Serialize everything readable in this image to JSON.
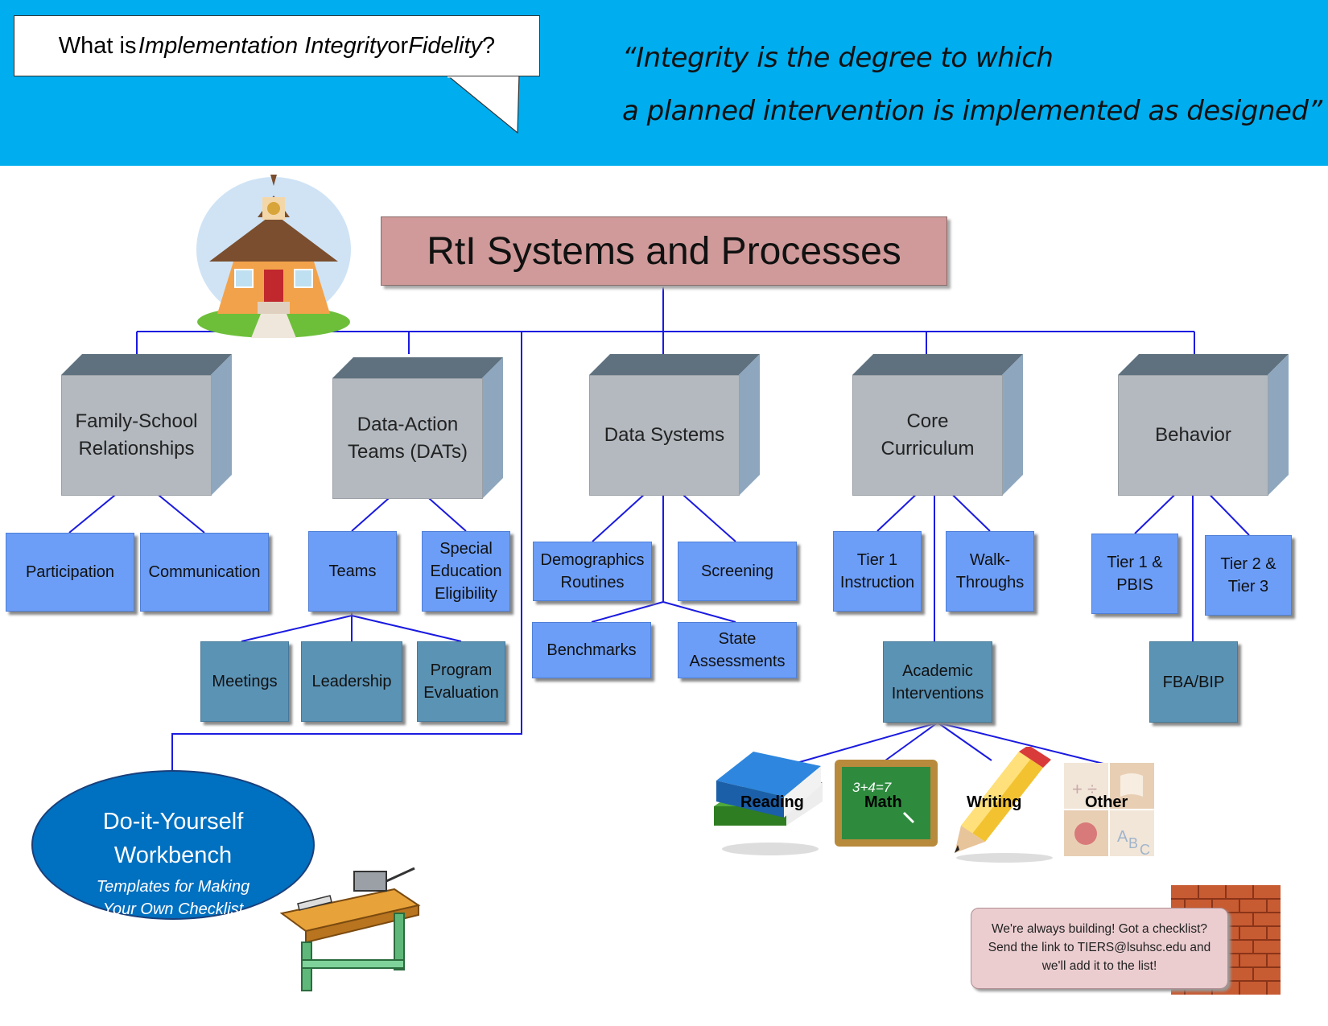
{
  "header": {
    "question_prefix": "What is ",
    "question_term1": "Implementation Integrity",
    "question_or": " or ",
    "question_term2": "Fidelity",
    "question_suffix": "?",
    "quote_line1": "“Integrity is the degree to which",
    "quote_line2": "a planned intervention is implemented as designed”"
  },
  "title": "RtI Systems and Processes",
  "categories": {
    "family": "Family-School\nRelationships",
    "dat": "Data-Action\nTeams (DATs)",
    "data": "Data Systems",
    "core": "Core\nCurriculum",
    "behavior": "Behavior"
  },
  "items": {
    "participation": "Participation",
    "communication": "Communication",
    "teams": "Teams",
    "sped": "Special\nEducation\nEligibility",
    "meetings": "Meetings",
    "leadership": "Leadership",
    "program_eval": "Program\nEvaluation",
    "demographics": "Demographics\nRoutines",
    "screening": "Screening",
    "benchmarks": "Benchmarks",
    "state_assess": "State\nAssessments",
    "tier1": "Tier 1\nInstruction",
    "walk": "Walk-\nThroughs",
    "academic": "Academic\nInterventions",
    "tier1pbis": "Tier 1 &\nPBIS",
    "tier23": "Tier 2 &\nTier 3",
    "fba": "FBA/BIP"
  },
  "interventions": {
    "reading": "Reading",
    "math": "Math",
    "math_board": "3+4=7",
    "writing": "Writing",
    "other": "Other"
  },
  "workbench": {
    "title_line1": "Do-it-Yourself",
    "title_line2": "Workbench",
    "subtitle_line1": "Templates for Making",
    "subtitle_line2": "Your Own Checklist"
  },
  "note": {
    "line1": "We're always building! Got a checklist?",
    "line2": "Send the link to TIERS@lsuhsc.edu and",
    "line3": "we'll add it to the list!"
  },
  "colors": {
    "banner": "#00ADEF",
    "title_box": "#D09A9A",
    "cube_front": "#B3B9BF",
    "cube_top": "#5F717F",
    "cube_side": "#8EA7BE",
    "item_box": "#6C9EF8",
    "teal_box": "#5B93B5",
    "connector": "#1A1AE0",
    "oval": "#0070C0",
    "note_bg": "#EBCDD0"
  }
}
